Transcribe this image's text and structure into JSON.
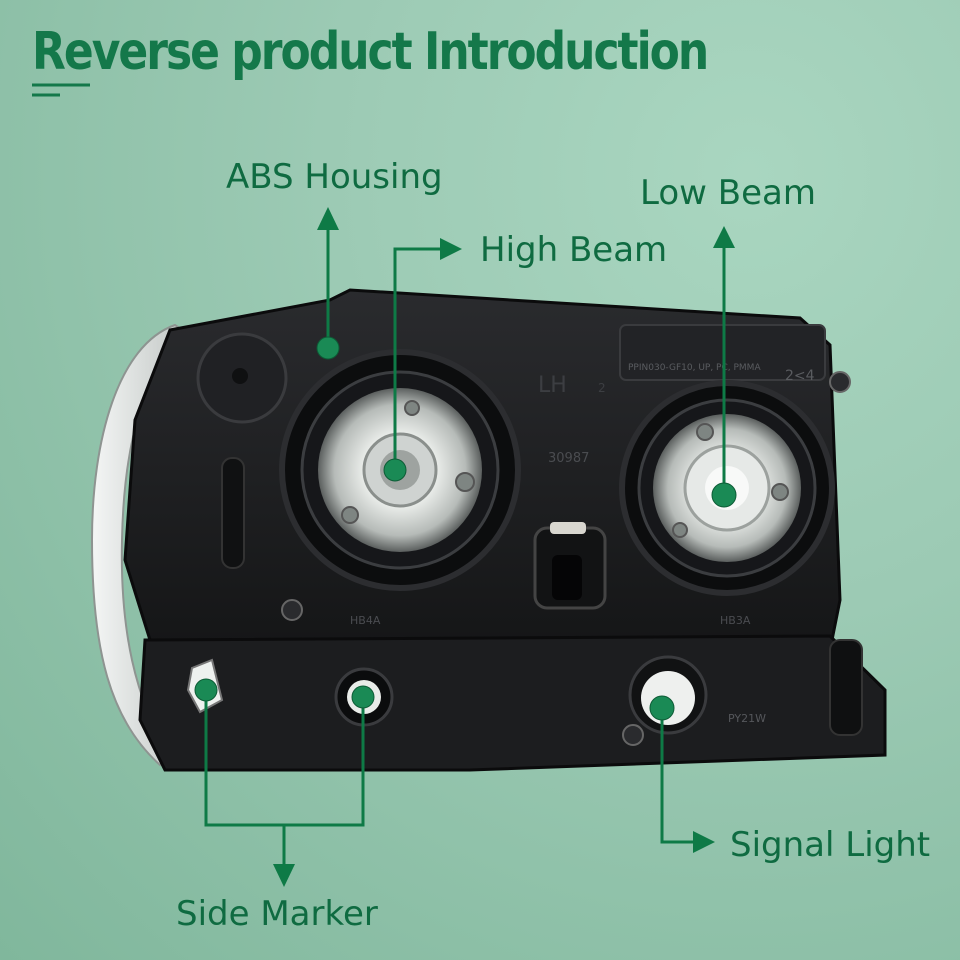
{
  "header": {
    "title": "Reverse product Introduction"
  },
  "callouts": {
    "abs_housing": "ABS Housing",
    "high_beam": "High Beam",
    "low_beam": "Low Beam",
    "side_marker": "Side Marker",
    "signal_light": "Signal Light"
  },
  "housing_markings": {
    "lh": "LH",
    "lh_sub": "2",
    "material": "PPIN030-GF10, UP, PC, PMMA",
    "code": "30987",
    "bulb_left": "HB4A",
    "bulb_right": "HB3A",
    "signal_bulb": "PY21W",
    "arrow_mark": "2<4"
  },
  "colors": {
    "accent": "#14784a",
    "callout_line": "#0e7a46",
    "background": "#9ccab4",
    "housing": "#1b1c1e"
  }
}
